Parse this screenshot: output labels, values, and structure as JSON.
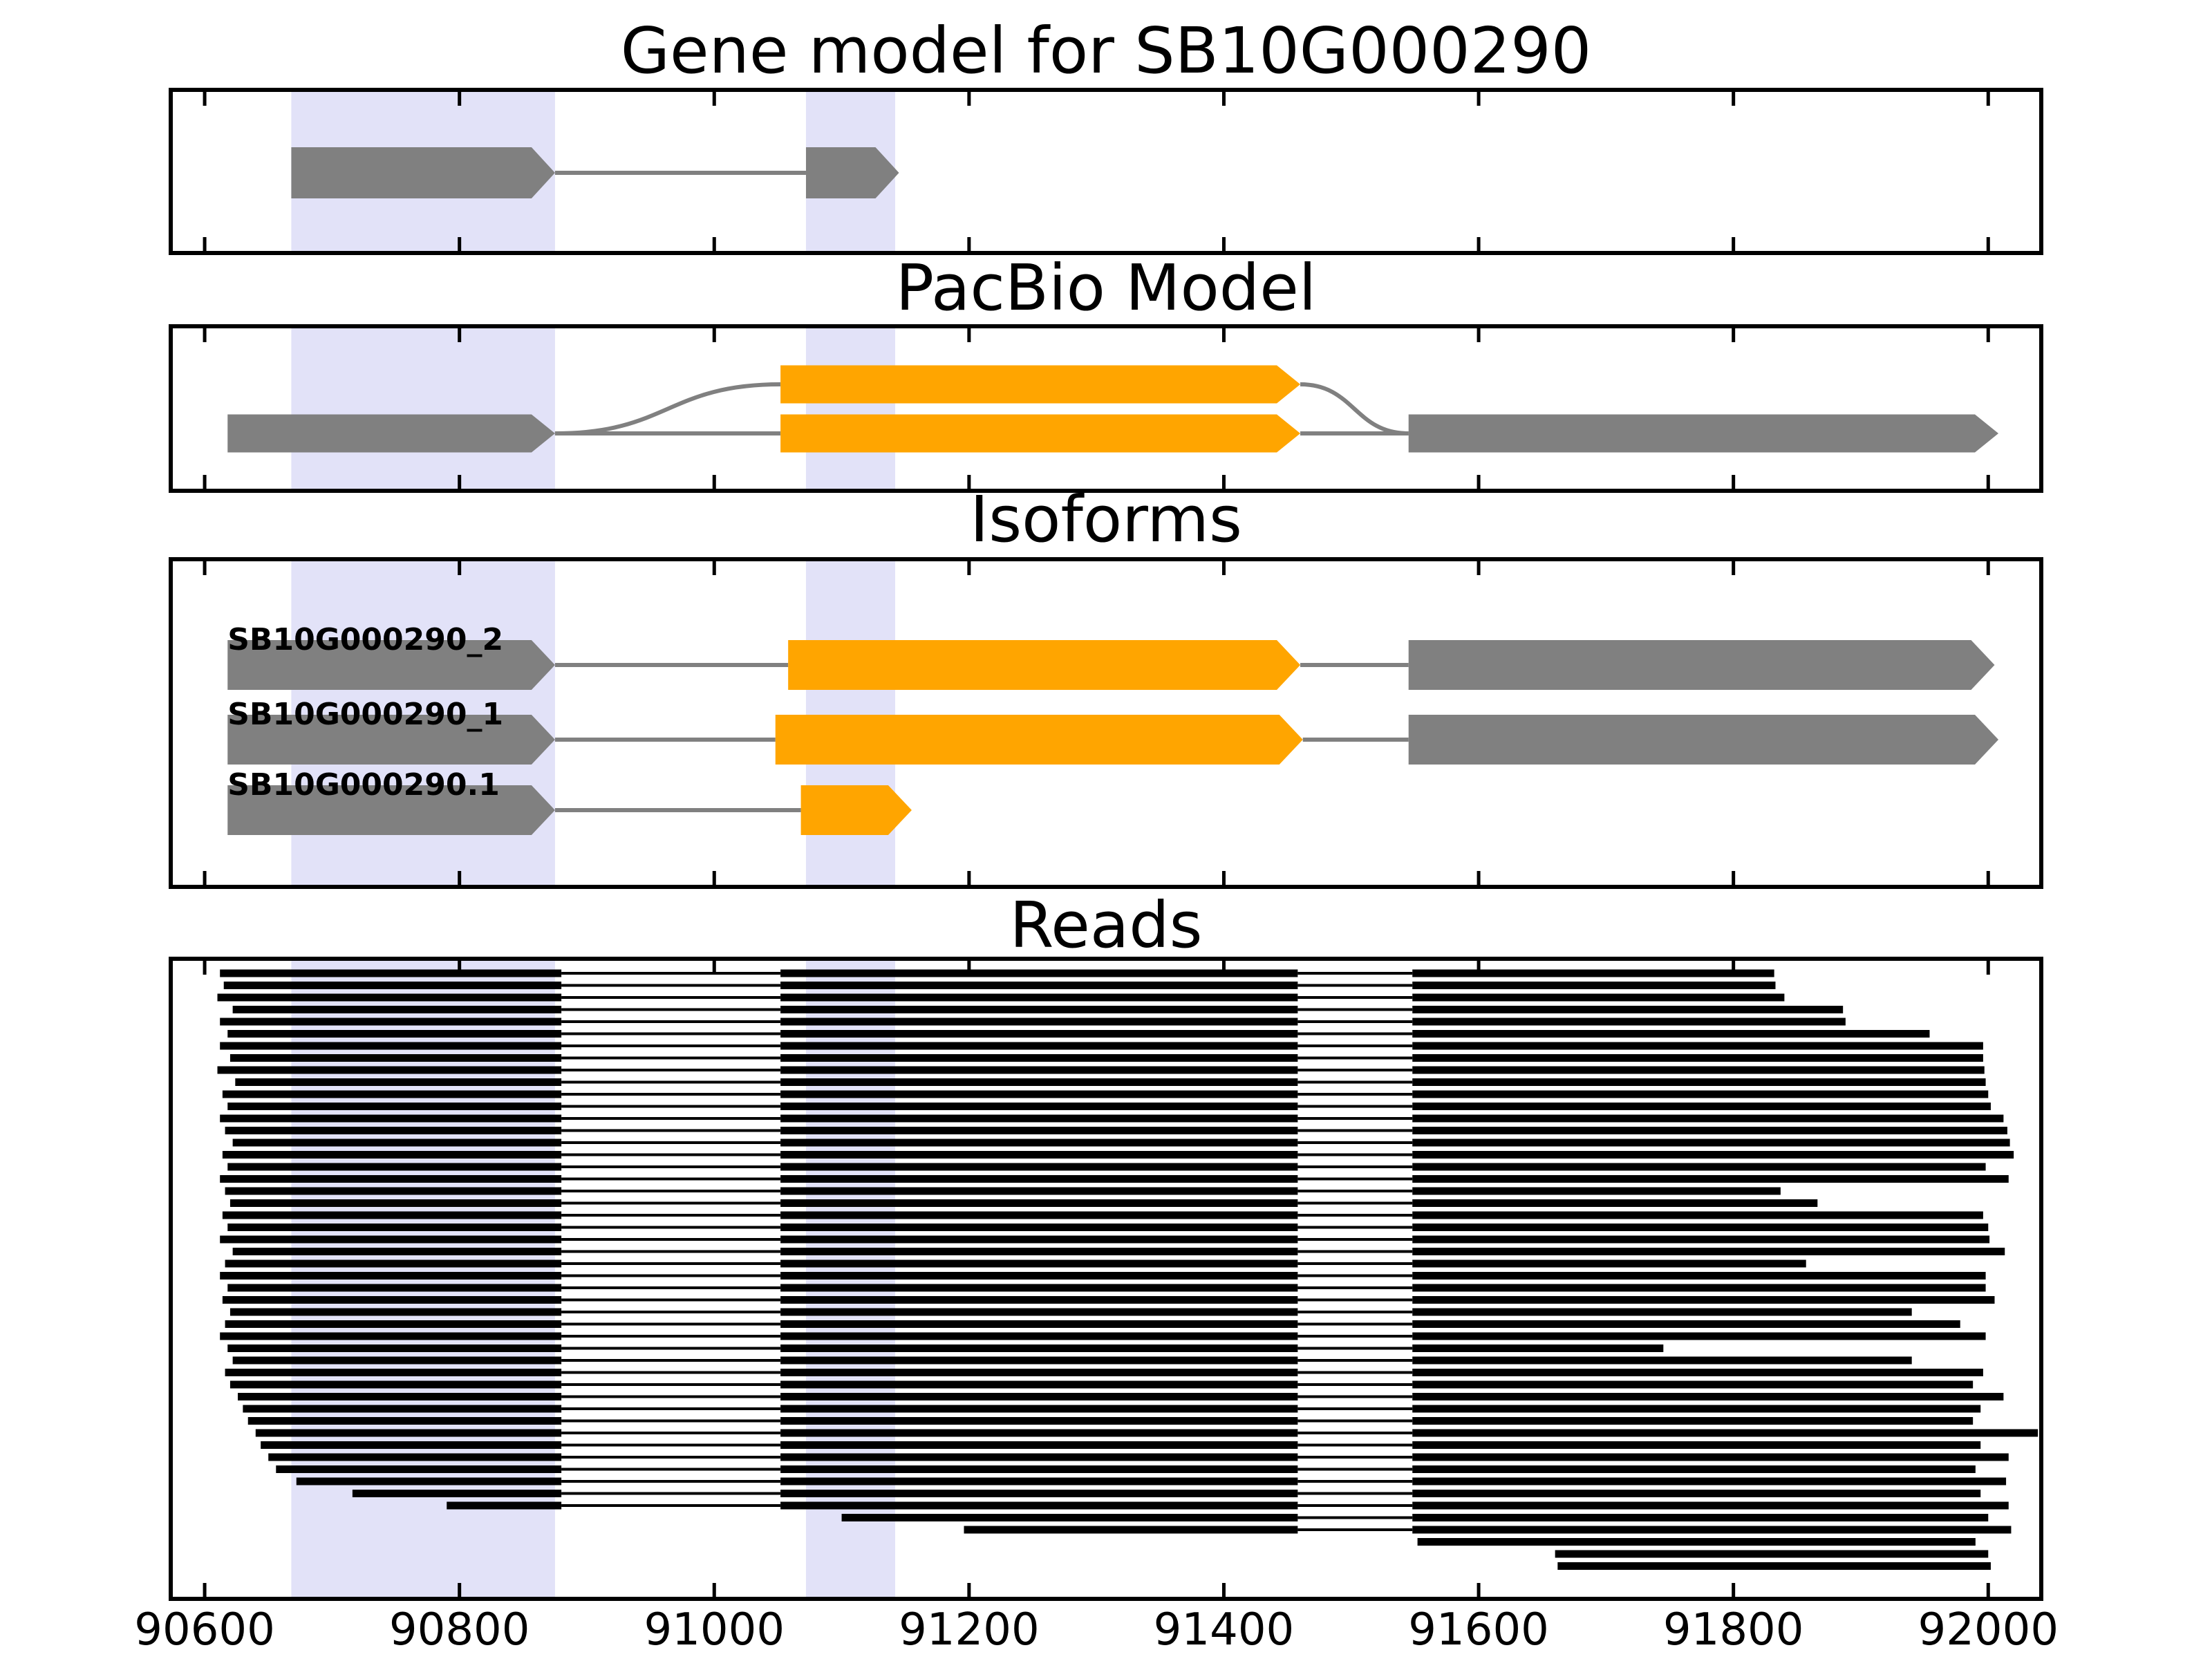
{
  "titles": {
    "gene_model": "Gene model for SB10G000290",
    "pacbio": "PacBio Model",
    "isoforms": "Isoforms",
    "reads": "Reads"
  },
  "colors": {
    "exon_gray": "#808080",
    "exon_orange": "#FFA500",
    "highlight_band": "#E2E2F8",
    "connector_gray": "#808080",
    "read_black": "#000000",
    "spine_black": "#000000"
  },
  "chart_data": {
    "type": "genomic-tracks",
    "title": "Gene model for SB10G000290",
    "x_axis": {
      "min": 90575,
      "max": 92040,
      "ticks": [
        90600,
        90800,
        91000,
        91200,
        91400,
        91600,
        91800,
        92000
      ],
      "tick_side": "inside-top-and-bottom",
      "labels_panel": "reads"
    },
    "highlight_regions": [
      {
        "start": 90668,
        "end": 90875
      },
      {
        "start": 91072,
        "end": 91142
      }
    ],
    "panels": [
      {
        "name": "gene_model",
        "title": "Gene model for SB10G000290"
      },
      {
        "name": "pacbio",
        "title": "PacBio Model"
      },
      {
        "name": "isoforms",
        "title": "Isoforms"
      },
      {
        "name": "reads",
        "title": "Reads"
      }
    ],
    "gene_model": {
      "exons": [
        {
          "start": 90668,
          "end": 90875,
          "color": "gray",
          "arrow": true
        },
        {
          "start": 91072,
          "end": 91145,
          "color": "gray",
          "arrow": true
        }
      ],
      "introns": [
        {
          "start": 90875,
          "end": 91072
        }
      ]
    },
    "pacbio_model": {
      "rows": {
        "upper_frac": 0.35,
        "lower_frac": 0.655
      },
      "exons": [
        {
          "start": 90618,
          "end": 90875,
          "color": "gray",
          "arrow": true,
          "row": "lower"
        },
        {
          "start": 91052,
          "end": 91460,
          "color": "orange",
          "arrow": true,
          "row": "upper"
        },
        {
          "start": 91052,
          "end": 91460,
          "color": "orange",
          "arrow": true,
          "row": "lower"
        },
        {
          "start": 91545,
          "end": 92008,
          "color": "gray",
          "arrow": true,
          "row": "lower"
        }
      ],
      "straight_connectors": [
        {
          "start": 90875,
          "end": 91052,
          "row": "lower"
        },
        {
          "start": 91460,
          "end": 91545,
          "row": "lower"
        }
      ],
      "curved_connectors": [
        {
          "start": 90875,
          "end": 91052,
          "from_row": "lower",
          "to_row": "upper"
        },
        {
          "start": 91460,
          "end": 91545,
          "from_row": "upper",
          "to_row": "lower"
        }
      ]
    },
    "isoforms": [
      {
        "label": "SB10G000290_2",
        "exons": [
          {
            "start": 90618,
            "end": 90875,
            "color": "gray",
            "arrow": true
          },
          {
            "start": 91058,
            "end": 91460,
            "color": "orange",
            "arrow": true
          },
          {
            "start": 91545,
            "end": 92005,
            "color": "gray",
            "arrow": true
          }
        ],
        "connectors": [
          {
            "start": 90875,
            "end": 91058
          },
          {
            "start": 91460,
            "end": 91545
          }
        ]
      },
      {
        "label": "SB10G000290_1",
        "exons": [
          {
            "start": 90618,
            "end": 90875,
            "color": "gray",
            "arrow": true
          },
          {
            "start": 91048,
            "end": 91462,
            "color": "orange",
            "arrow": true
          },
          {
            "start": 91545,
            "end": 92008,
            "color": "gray",
            "arrow": true
          }
        ],
        "connectors": [
          {
            "start": 90875,
            "end": 91048
          },
          {
            "start": 91462,
            "end": 91545
          }
        ]
      },
      {
        "label": "SB10G000290.1",
        "exons": [
          {
            "start": 90618,
            "end": 90875,
            "color": "gray",
            "arrow": true
          },
          {
            "start": 91068,
            "end": 91155,
            "color": "orange",
            "arrow": true
          }
        ],
        "connectors": [
          {
            "start": 90875,
            "end": 91068
          }
        ]
      }
    ],
    "reads": {
      "exon_windows": {
        "left_end": 90880,
        "middle_start": 91052,
        "middle_end": 91458,
        "right_start": 91548
      },
      "alignments": [
        {
          "s": 90612,
          "e": 91832
        },
        {
          "s": 90615,
          "e": 91833
        },
        {
          "s": 90610,
          "e": 91840
        },
        {
          "s": 90622,
          "e": 91886
        },
        {
          "s": 90612,
          "e": 91888
        },
        {
          "s": 90618,
          "e": 91954
        },
        {
          "s": 90612,
          "e": 91996
        },
        {
          "s": 90620,
          "e": 91996
        },
        {
          "s": 90610,
          "e": 91997
        },
        {
          "s": 90624,
          "e": 91998
        },
        {
          "s": 90614,
          "e": 92000
        },
        {
          "s": 90618,
          "e": 92002
        },
        {
          "s": 90612,
          "e": 92012
        },
        {
          "s": 90616,
          "e": 92015
        },
        {
          "s": 90622,
          "e": 92017
        },
        {
          "s": 90614,
          "e": 92020
        },
        {
          "s": 90618,
          "e": 91998
        },
        {
          "s": 90612,
          "e": 92016
        },
        {
          "s": 90616,
          "e": 91837
        },
        {
          "s": 90620,
          "e": 91866
        },
        {
          "s": 90614,
          "e": 91996
        },
        {
          "s": 90618,
          "e": 92000
        },
        {
          "s": 90612,
          "e": 92001
        },
        {
          "s": 90622,
          "e": 92013
        },
        {
          "s": 90616,
          "e": 91857
        },
        {
          "s": 90612,
          "e": 91998
        },
        {
          "s": 90618,
          "e": 91998
        },
        {
          "s": 90614,
          "e": 92005
        },
        {
          "s": 90620,
          "e": 91940
        },
        {
          "s": 90616,
          "e": 91978
        },
        {
          "s": 90612,
          "e": 91998
        },
        {
          "s": 90618,
          "e": 91745
        },
        {
          "s": 90622,
          "e": 91940
        },
        {
          "s": 90616,
          "e": 91996
        },
        {
          "s": 90620,
          "e": 91988
        },
        {
          "s": 90626,
          "e": 92012
        },
        {
          "s": 90630,
          "e": 91994
        },
        {
          "s": 90634,
          "e": 91988
        },
        {
          "s": 90640,
          "e": 92039
        },
        {
          "s": 90644,
          "e": 91994
        },
        {
          "s": 90650,
          "e": 92016
        },
        {
          "s": 90656,
          "e": 91990
        },
        {
          "s": 90672,
          "e": 92014
        },
        {
          "s": 90716,
          "e": 91994
        },
        {
          "s": 90790,
          "e": 92016
        },
        {
          "s": 91100,
          "e": 92000
        },
        {
          "s": 91196,
          "e": 92018
        },
        {
          "s": 91552,
          "e": 91990
        },
        {
          "s": 91660,
          "e": 92000
        },
        {
          "s": 91662,
          "e": 92002
        }
      ]
    }
  }
}
